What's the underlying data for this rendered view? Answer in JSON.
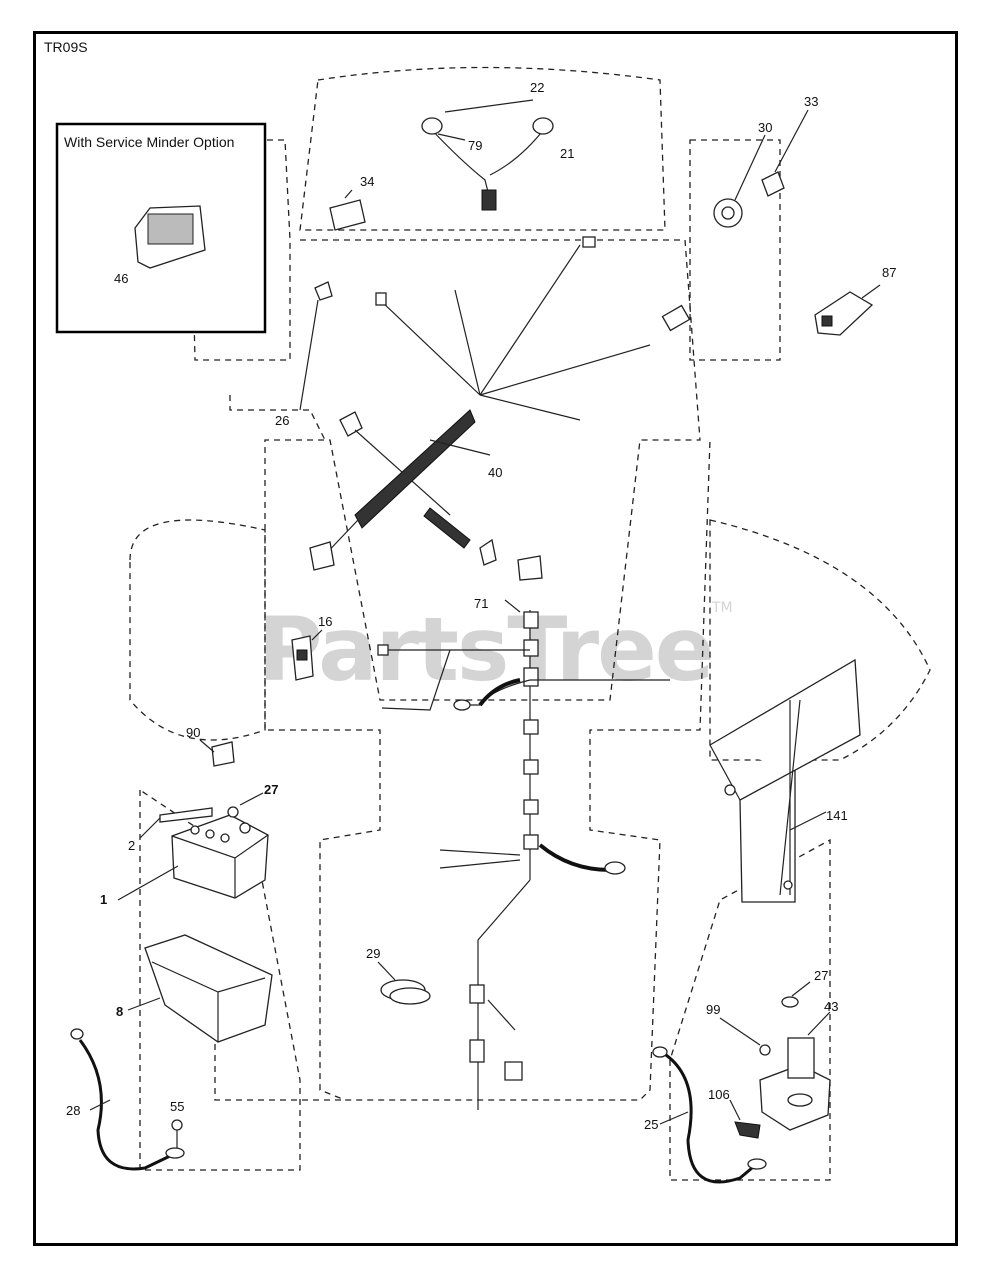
{
  "diagram_code": "TR09S",
  "watermark": {
    "text": "PartsTree",
    "trademark": "TM"
  },
  "inset": {
    "title": "With Service Minder Option",
    "part": "46"
  },
  "labels": {
    "p22": "22",
    "p79": "79",
    "p21": "21",
    "p34": "34",
    "p30": "30",
    "p33": "33",
    "p87": "87",
    "p26": "26",
    "p40": "40",
    "p71": "71",
    "p16": "16",
    "p90": "90",
    "p27a": "27",
    "p2": "2",
    "p1": "1",
    "p8": "8",
    "p28": "28",
    "p55": "55",
    "p29": "29",
    "p141": "141",
    "p27b": "27",
    "p43": "43",
    "p99": "99",
    "p106": "106",
    "p25": "25"
  }
}
